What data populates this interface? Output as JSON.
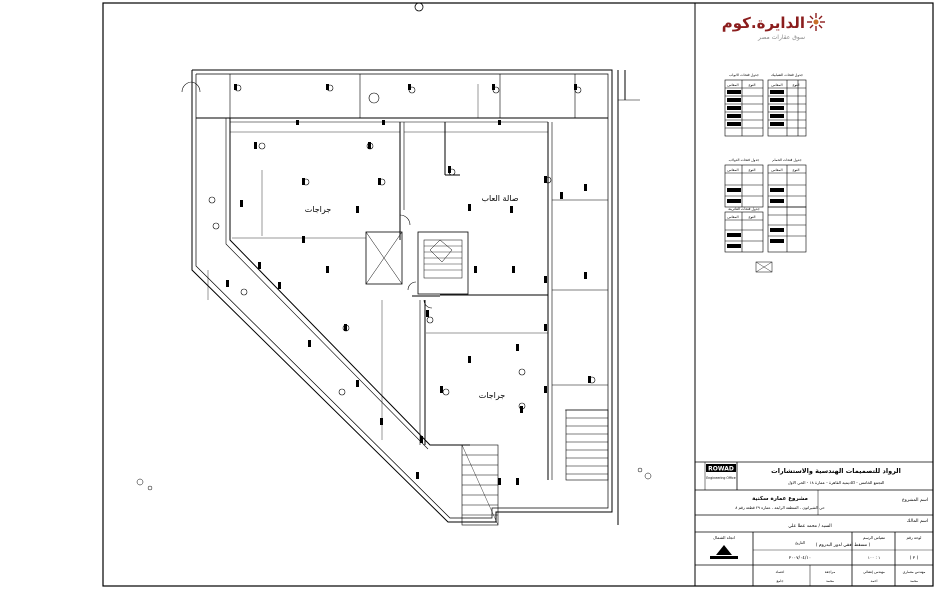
{
  "brand": {
    "name": "الدايرة.كوم",
    "tagline": "سوق عقارات مصر",
    "accent": "#8b1d1d"
  },
  "rooms": {
    "garage_left": "جراجات",
    "garage_right": "جراجات",
    "games_hall": "صالة العاب"
  },
  "legend": {
    "tables": [
      {
        "title": "جدول فتحات الابواب",
        "headers": [
          "النوع",
          "المقاس"
        ]
      },
      {
        "title": "جدول فتحات الشبابيك",
        "headers": [
          "النوع",
          "المقاس"
        ]
      },
      {
        "title": "جدول فتحات الدولاب",
        "headers": [
          "النوع",
          "المقاس"
        ]
      },
      {
        "title": "جدول فتحات الحمام",
        "headers": [
          "النوع",
          "المقاس"
        ]
      },
      {
        "title": "جدول فتحات الفاترينة",
        "headers": [
          "النوع",
          "المقاس"
        ]
      }
    ]
  },
  "title_block": {
    "office": "الرواد للتصميمات الهندسية والاستشارات",
    "office_sub": "التجمع الخامس - اكاديمية القاهرة - عمارة ١٨ - الحي الاول",
    "logo_text": "ROWAD",
    "logo_sub": "Engineering Office",
    "owner_label": "اسم المشروع",
    "project": "مشروع عمارة سكنية",
    "project_location": "حي الشيراتون - المنطقة الرابعة - عمارة ٢٩ قطعة رقم ٨",
    "owner_name_label": "اسم المالك",
    "owner_name": "السيد / محمد عطا علي",
    "drawing_title": "( مسقط أفقي لدور البدروم )",
    "north_label": "اتجاه الشمال",
    "date_label": "التاريخ",
    "date": "٢٠٠٧/٠٤/١٠",
    "scale_label": "مقياس الرسم",
    "scale": "١ : ١٠٠",
    "sheet_no_label": "لوحة رقم",
    "sheet_no": "( ٢ )",
    "footer_cells": [
      "مهندس معماري",
      "مهندس إنشائي",
      "مراجعة",
      "اعتماد"
    ],
    "footer_values": [
      "محمد",
      "احمد",
      "محمد",
      "جامع"
    ]
  }
}
